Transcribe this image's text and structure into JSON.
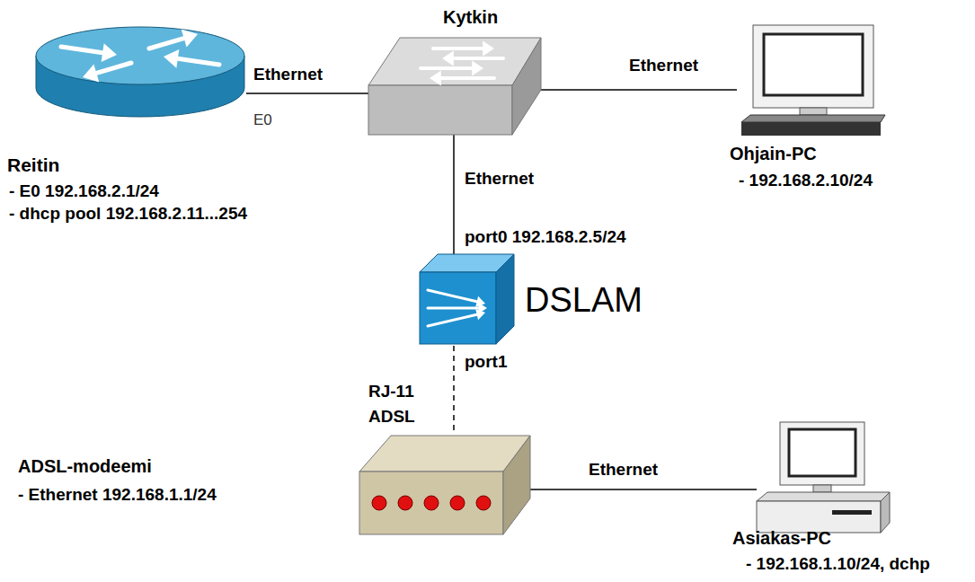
{
  "diagram": {
    "nodes": [
      {
        "text": [
          "Reitin",
          "- E0 192.168.2.1/24",
          "- dhcp pool 192.168.2.11...254"
        ]
      },
      {
        "text": [
          "Kytkin"
        ]
      },
      {
        "text": [
          "Ohjain-PC",
          "- 192.168.2.10/24"
        ]
      },
      {
        "text": [
          "DSLAM"
        ]
      },
      {
        "text": [
          "ADSL-modeemi",
          "- Ethernet 192.168.1.1/24"
        ]
      },
      {
        "text": [
          "Asiakas-PC",
          "- 192.168.1.10/24, dchp"
        ]
      }
    ],
    "edges": [
      {
        "from": 0,
        "to": 1,
        "arrow": "none",
        "label": "Ethernet"
      },
      {
        "from": 1,
        "to": 2,
        "arrow": "none",
        "label": "Ethernet"
      },
      {
        "from": 1,
        "to": 3,
        "arrow": "none",
        "label": "Ethernet"
      },
      {
        "from": 3,
        "to": 4,
        "arrow": "none",
        "label": "RJ-11 ADSL"
      },
      {
        "from": 4,
        "to": 5,
        "arrow": "none",
        "label": "Ethernet"
      }
    ],
    "labels": [
      "E0",
      "port0 192.168.2.5/24",
      "port1"
    ]
  }
}
